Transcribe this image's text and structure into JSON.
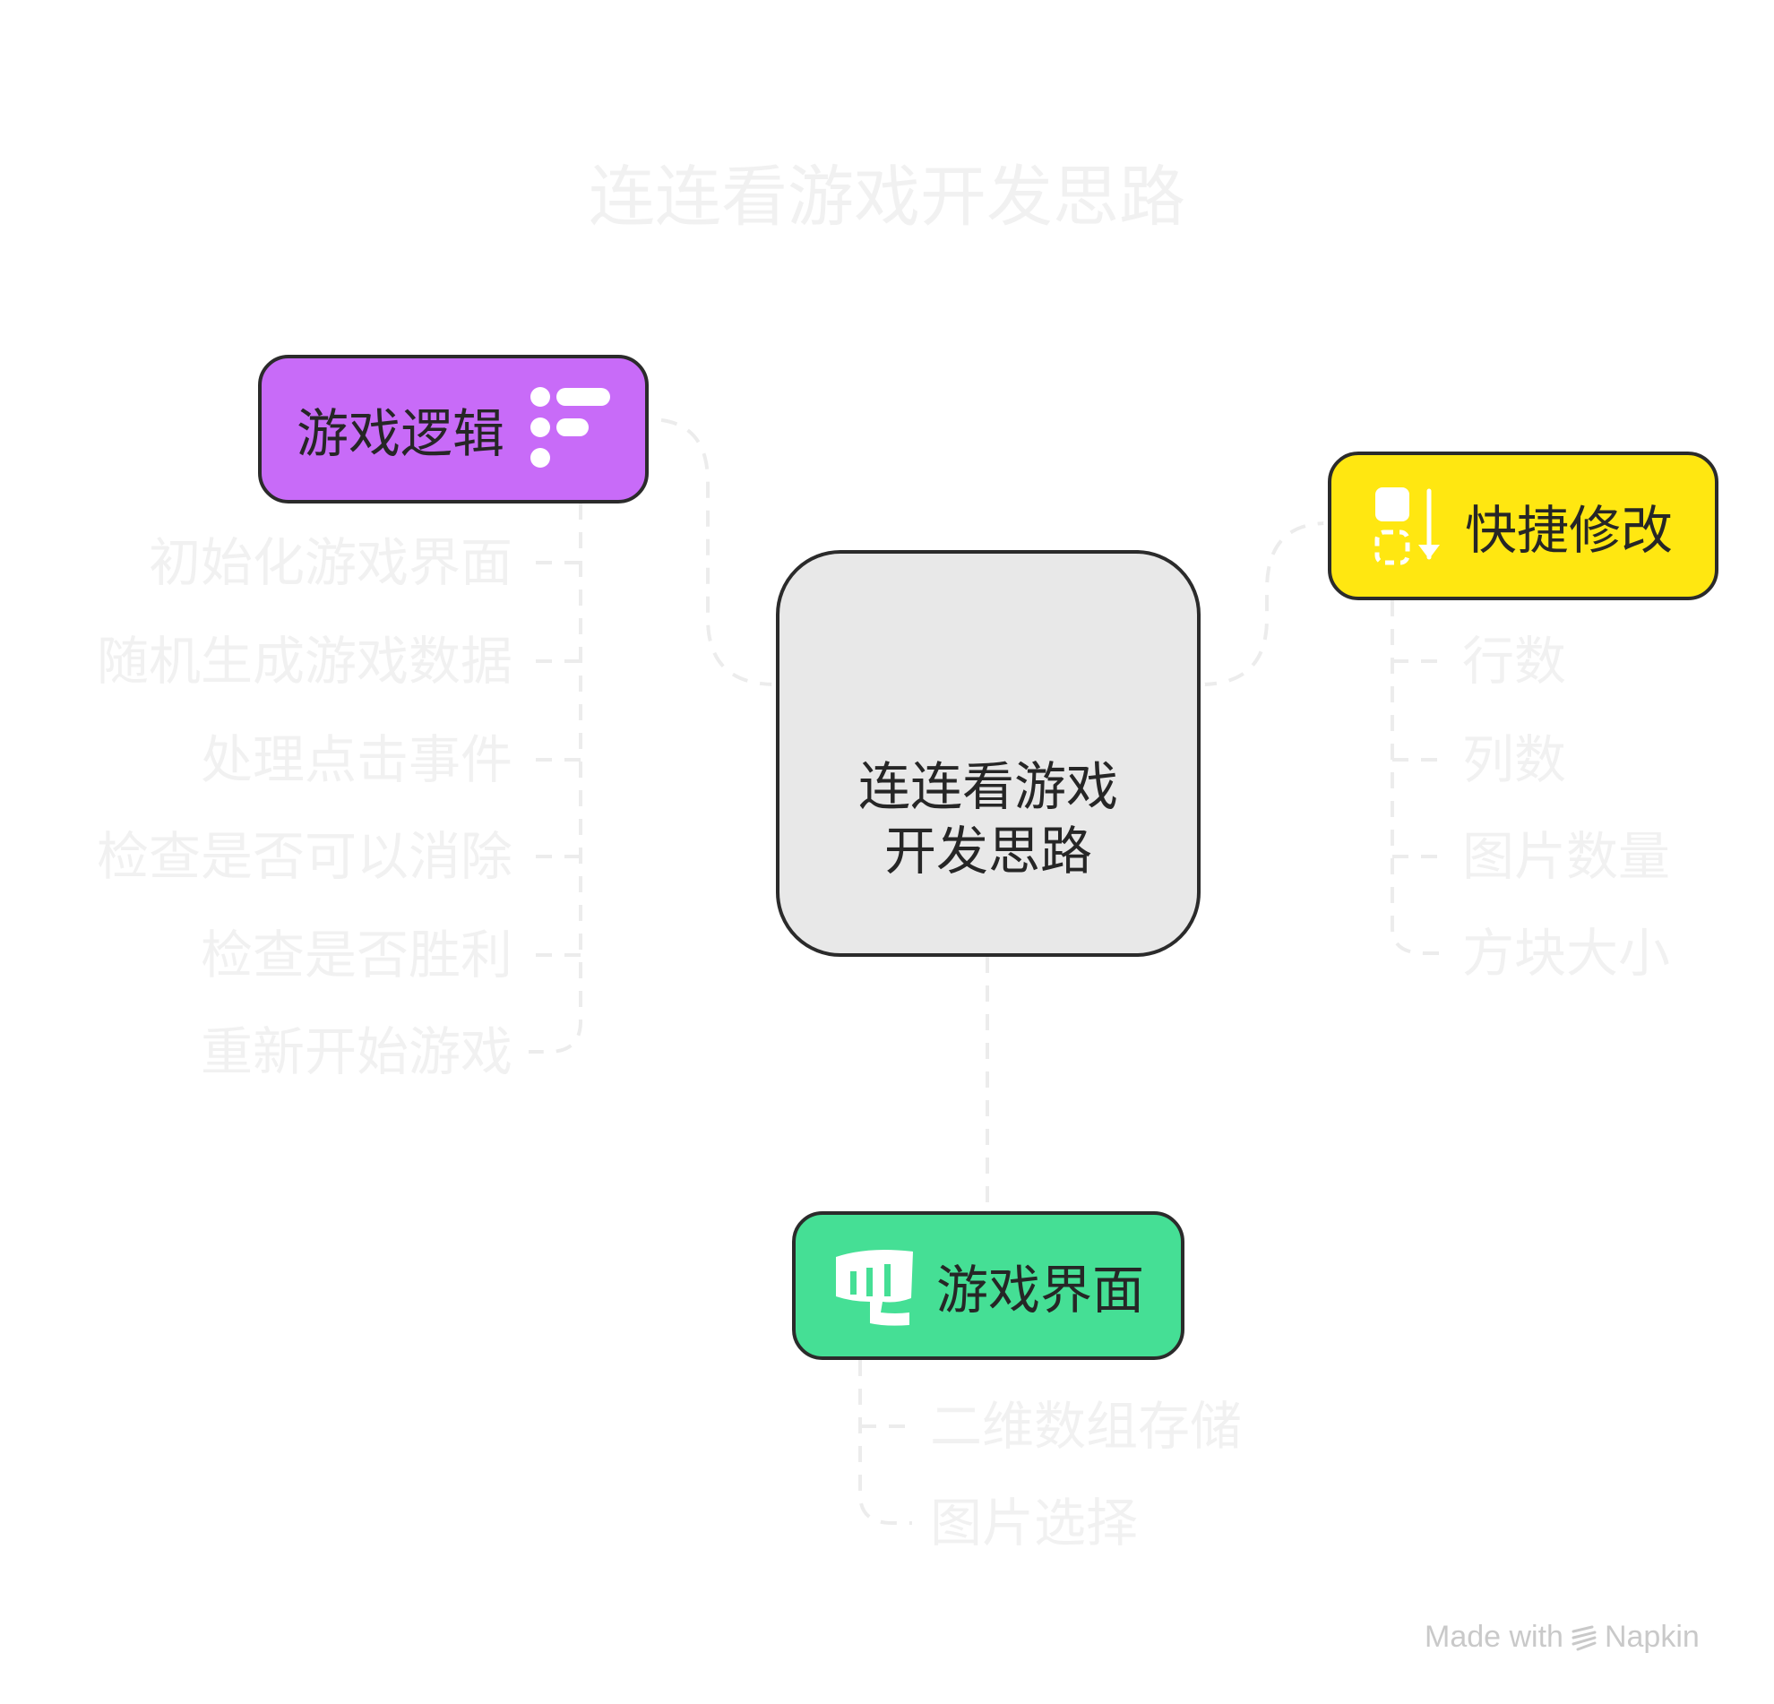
{
  "title": "连连看游戏开发思路",
  "center": {
    "line1": "连连看游戏",
    "line2": "开发思路"
  },
  "branches": {
    "logic": {
      "label": "游戏逻辑",
      "color": "#c86bf8",
      "icon": "tree-list-icon",
      "items": [
        "初始化游戏界面",
        "随机生成游戏数据",
        "处理点击事件",
        "检查是否可以消除",
        "检查是否胜利",
        "重新开始游戏"
      ]
    },
    "settings": {
      "label": "快捷修改",
      "color": "#ffe711",
      "icon": "sort-blocks-icon",
      "items": [
        "行数",
        "列数",
        "图片数量",
        "方块大小"
      ]
    },
    "ui": {
      "label": "游戏界面",
      "color": "#45df95",
      "icon": "fist-icon",
      "items": [
        "二维数组存储",
        "图片选择"
      ]
    }
  },
  "watermark": {
    "prefix": "Made with",
    "brand": "Napkin"
  }
}
